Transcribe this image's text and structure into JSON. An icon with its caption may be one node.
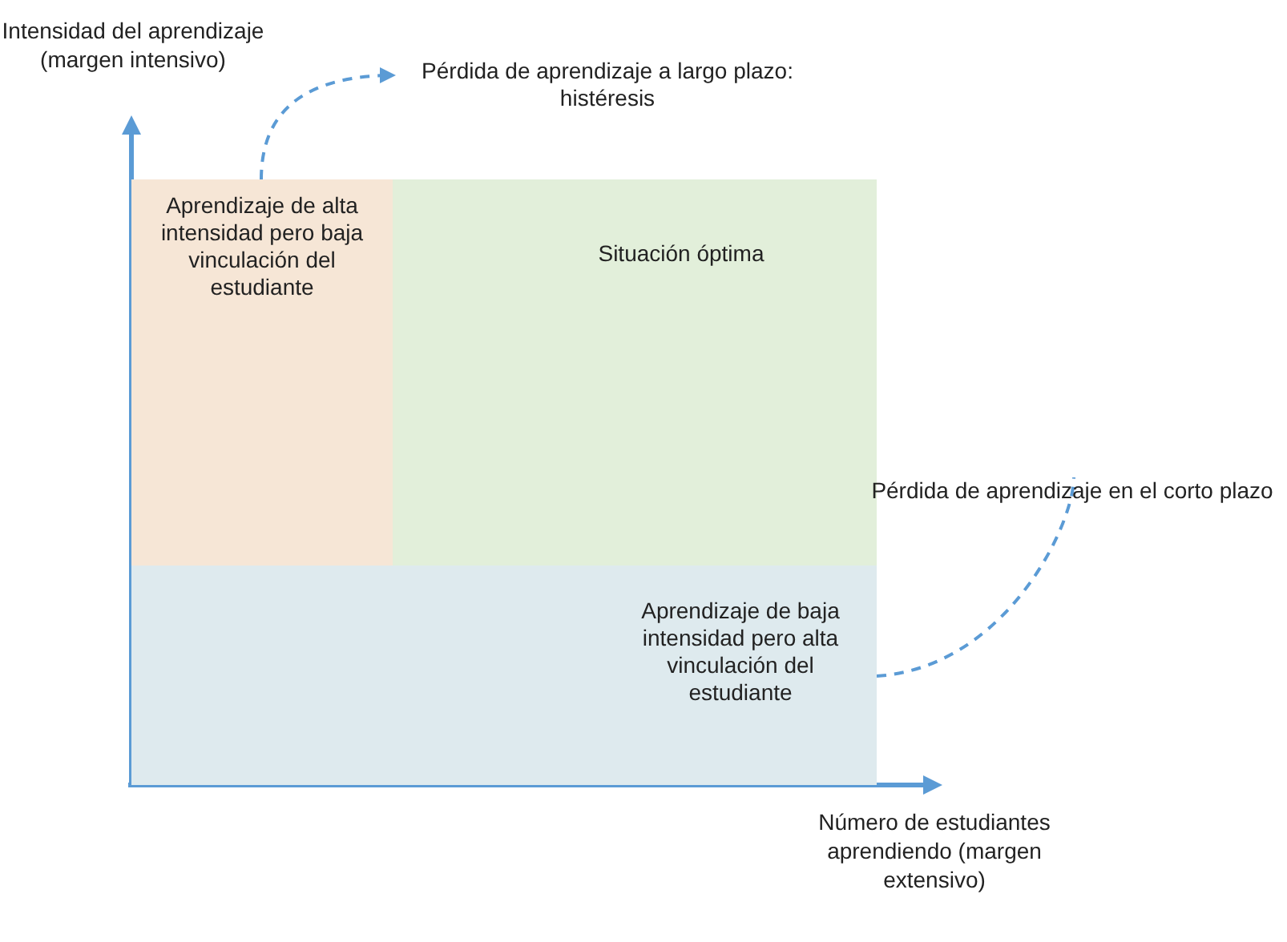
{
  "diagram": {
    "nodes": [
      {
        "text": [
          "Aprendizaje de alta intensidad pero baja vinculación del estudiante"
        ]
      },
      {
        "text": [
          "Situación óptima"
        ]
      },
      {
        "text": [
          "Aprendizaje de baja intensidad pero alta vinculación del estudiante"
        ]
      },
      {
        "text": [
          "Pérdida de aprendizaje a largo plazo: histéresis"
        ]
      },
      {
        "text": [
          "Pérdida de aprendizaje en el corto plazo"
        ]
      }
    ],
    "edges": [
      {
        "from": 0,
        "to": 3,
        "arrow": "to",
        "style": "dashed"
      },
      {
        "from": 2,
        "to": 4,
        "arrow": "none",
        "style": "dashed"
      }
    ],
    "labels": [
      "Intensidad del aprendizaje (margen intensivo)",
      "Número de estudiantes aprendiendo (margen extensivo)"
    ]
  }
}
